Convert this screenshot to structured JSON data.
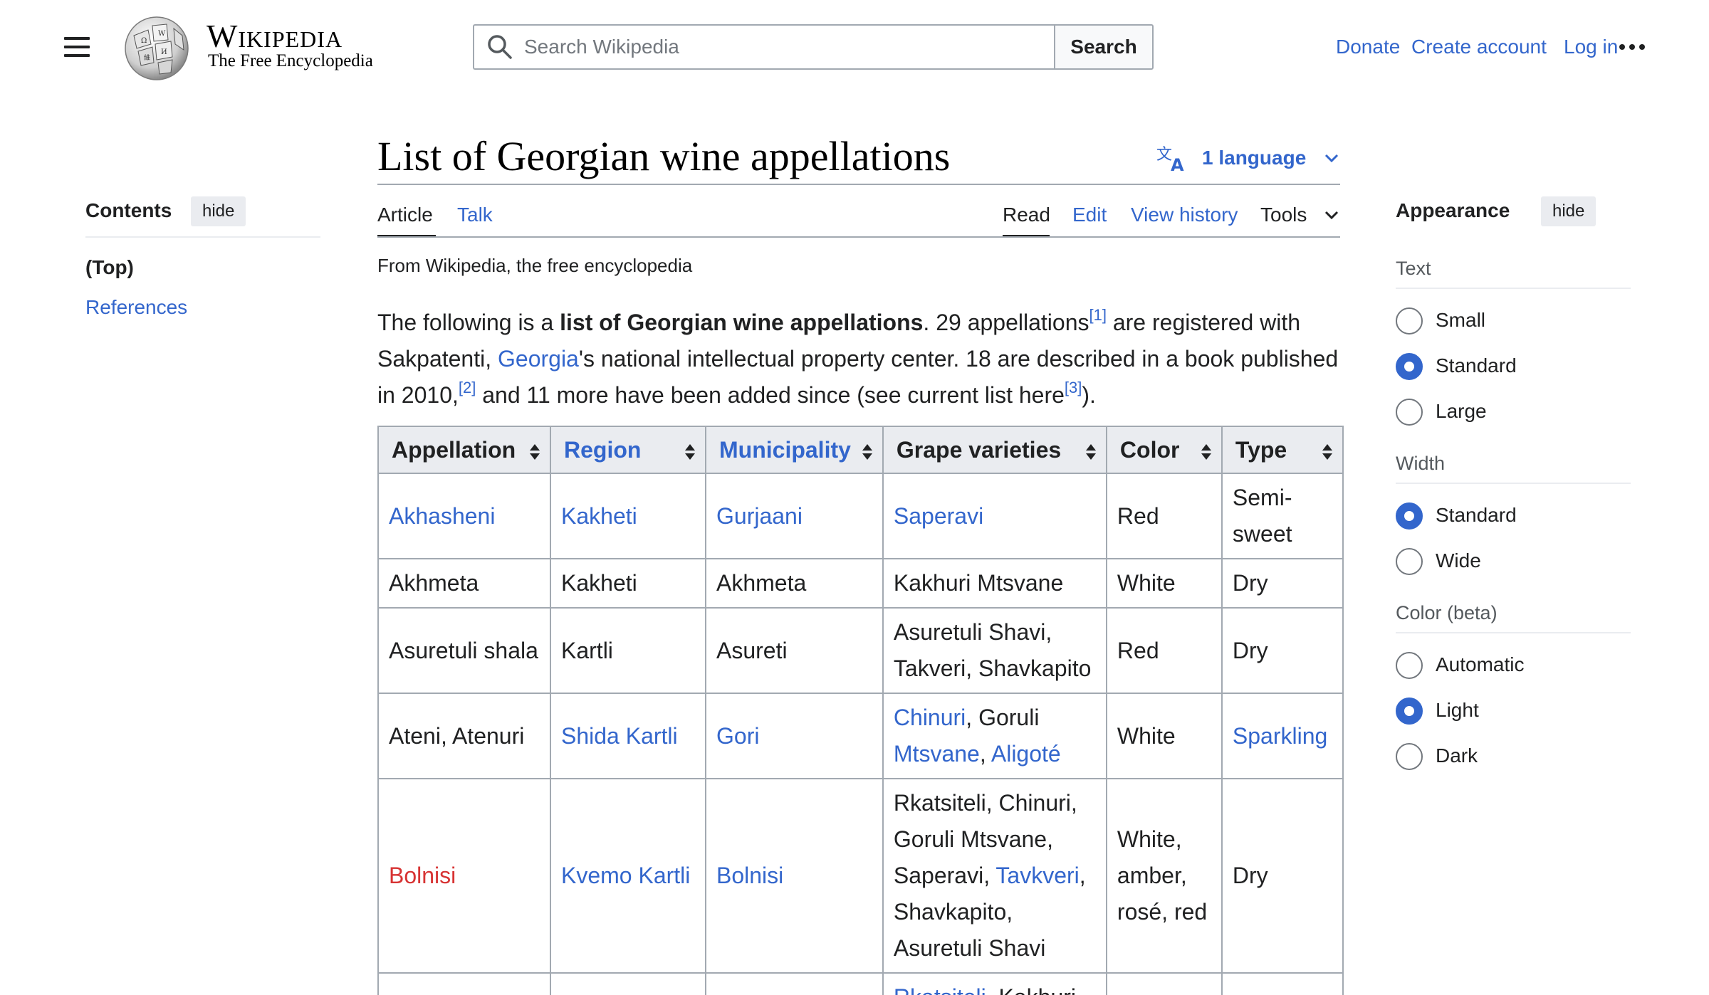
{
  "header": {
    "wordmark": "Wikipedia",
    "tagline": "The Free Encyclopedia",
    "search_placeholder": "Search Wikipedia",
    "search_button": "Search",
    "links": {
      "donate": "Donate",
      "create_account": "Create account",
      "log_in": "Log in"
    }
  },
  "toc": {
    "title": "Contents",
    "hide": "hide",
    "items": [
      "(Top)",
      "References"
    ]
  },
  "article": {
    "title": "List of Georgian wine appellations",
    "language_button": "1 language",
    "tabs": {
      "article": "Article",
      "talk": "Talk",
      "read": "Read",
      "edit": "Edit",
      "view_history": "View history",
      "tools": "Tools"
    },
    "from": "From Wikipedia, the free encyclopedia",
    "intro": {
      "p1": "The following is a ",
      "bold": "list of Georgian wine appellations",
      "p2": ". 29 appellations",
      "ref1": "[1]",
      "p3": " are registered with Sakpatenti, ",
      "georgia": "Georgia",
      "p4": "'s national intellectual property center. 18 are described in a book published in 2010,",
      "ref2": "[2]",
      "p5": " and 11 more have been added since (see current list here",
      "ref3": "[3]",
      "p6": ")."
    }
  },
  "table": {
    "headers": [
      "Appellation",
      "Region",
      "Municipality",
      "Grape varieties",
      "Color",
      "Type"
    ],
    "rows": [
      {
        "appellation": "Akhasheni",
        "region": "Kakheti",
        "municipality": "Gurjaani",
        "grapes": "Saperavi",
        "color": "Red",
        "type": "Semi-sweet"
      },
      {
        "appellation": "Akhmeta",
        "region": "Kakheti",
        "municipality": "Akhmeta",
        "grapes": "Kakhuri Mtsvane",
        "color": "White",
        "type": "Dry"
      },
      {
        "appellation": "Asuretuli shala",
        "region": "Kartli",
        "municipality": "Asureti",
        "grapes": "Asuretuli Shavi, Takveri, Shavkapito",
        "color": "Red",
        "type": "Dry"
      },
      {
        "appellation": "Ateni, Atenuri",
        "region": "Shida Kartli",
        "municipality": "Gori",
        "grapes_a": "Chinuri",
        "grapes_b": ", Goruli ",
        "grapes_c": "Mtsvane",
        "grapes_d": ", ",
        "grapes_e": "Aligoté",
        "color": "White",
        "type": "Sparkling"
      },
      {
        "appellation": "Bolnisi",
        "region": "Kvemo Kartli",
        "municipality": "Bolnisi",
        "grapes_a": "Rkatsiteli, Chinuri, Goruli Mtsvane, Saperavi, ",
        "grapes_b": "Tavkveri",
        "grapes_c": ", Shavkapito, Asuretuli Shavi",
        "color": "White, amber, rosé, red",
        "type": "Dry"
      },
      {
        "grapes_a": "Rkatsiteli",
        "grapes_b": ", Kakhuri"
      }
    ]
  },
  "appearance": {
    "title": "Appearance",
    "hide": "hide",
    "text_label": "Text",
    "text_options": [
      "Small",
      "Standard",
      "Large"
    ],
    "width_label": "Width",
    "width_options": [
      "Standard",
      "Wide"
    ],
    "color_label": "Color (beta)",
    "color_options": [
      "Automatic",
      "Light",
      "Dark"
    ]
  }
}
